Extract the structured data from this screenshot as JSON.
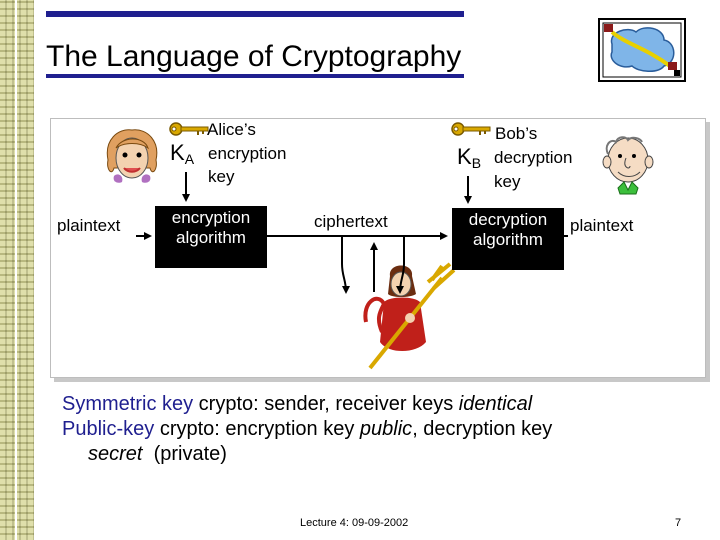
{
  "slide": {
    "title": "The Language of Cryptography"
  },
  "diagram": {
    "alice": {
      "key_label_line1": "Alice’s",
      "key_symbol": "K",
      "key_subscript": "A",
      "key_label_line2": "encryption",
      "key_label_line3": "key",
      "plaintext": "plaintext",
      "algorithm_line1": "encryption",
      "algorithm_line2": "algorithm"
    },
    "channel": {
      "ciphertext": "ciphertext"
    },
    "bob": {
      "key_label_line1": "Bob’s",
      "key_symbol": "K",
      "key_subscript": "B",
      "key_label_line2": "decryption",
      "key_label_line3": "key",
      "plaintext": "plaintext",
      "algorithm_line1": "decryption",
      "algorithm_line2": "algorithm"
    },
    "icons": [
      "alice-face-icon",
      "bob-face-icon",
      "trudy-devil-icon",
      "key-icon",
      "network-cloud-icon"
    ]
  },
  "bullets": {
    "b1": {
      "pre_hl": "Symmetric key",
      "rest": " crypto: sender, receiver keys ",
      "italic": "identical"
    },
    "b2": {
      "pre_hl": "Public-key",
      "rest1": " crypto: encryption key ",
      "italic1": "public",
      "rest2": ", decryption key",
      "italic2": "secret",
      "rest3": "  (private)"
    }
  },
  "footer": {
    "lecture": "Lecture 4: 09-09-2002",
    "page_number": "7"
  },
  "colors": {
    "rule": "#1f1f8f",
    "highlight": "#1f1f8f",
    "box": "#000000",
    "key_gold": "#d9a800",
    "devil_red": "#c0201a"
  }
}
